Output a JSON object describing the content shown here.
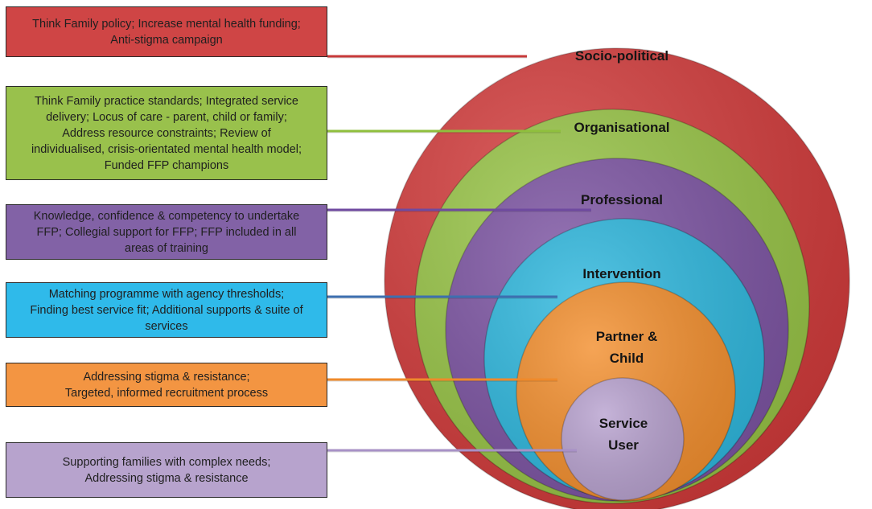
{
  "levels": [
    {
      "id": "socio-political",
      "label_lines": [
        "Socio-political"
      ],
      "text_lines": [
        "Think Family policy; Increase mental health funding;",
        "Anti-stigma campaign"
      ],
      "ring_color": "#d13b3b",
      "box_color": "#cf4545",
      "line_color": "#c73a3a"
    },
    {
      "id": "organisational",
      "label_lines": [
        "Organisational"
      ],
      "text_lines": [
        "Think Family practice standards; Integrated service",
        "delivery; Locus of care - parent, child or family;",
        "Address resource constraints; Review of",
        "individualised, crisis-orientated mental health model;",
        "Funded FFP champions"
      ],
      "ring_color": "#98c447",
      "box_color": "#99c14c",
      "line_color": "#8fbf3d"
    },
    {
      "id": "professional",
      "label_lines": [
        "Professional"
      ],
      "text_lines": [
        "Knowledge, confidence & competency to undertake",
        "FFP; Collegial support for FFP; FFP included in all",
        "areas of training"
      ],
      "ring_color": "#7d55a3",
      "box_color": "#8262a6",
      "line_color": "#6f4aa0"
    },
    {
      "id": "intervention",
      "label_lines": [
        "Intervention"
      ],
      "text_lines": [
        "Matching programme with agency thresholds;",
        "Finding best service fit; Additional supports & suite of",
        "services"
      ],
      "ring_color": "#30b8de",
      "box_color": "#2fbaea",
      "line_color": "#3d6fb0"
    },
    {
      "id": "partner-child",
      "label_lines": [
        "Partner &",
        "Child"
      ],
      "text_lines": [
        "Addressing stigma & resistance;",
        "Targeted, informed recruitment process"
      ],
      "ring_color": "#f39030",
      "box_color": "#f39542",
      "line_color": "#ef8a2b"
    },
    {
      "id": "service-user",
      "label_lines": [
        "Service",
        "User"
      ],
      "text_lines": [
        "Supporting families with complex needs;",
        "Addressing stigma & resistance"
      ],
      "ring_color": "#b9a3d0",
      "box_color": "#b7a3cd",
      "line_color": "#a891c6"
    }
  ]
}
